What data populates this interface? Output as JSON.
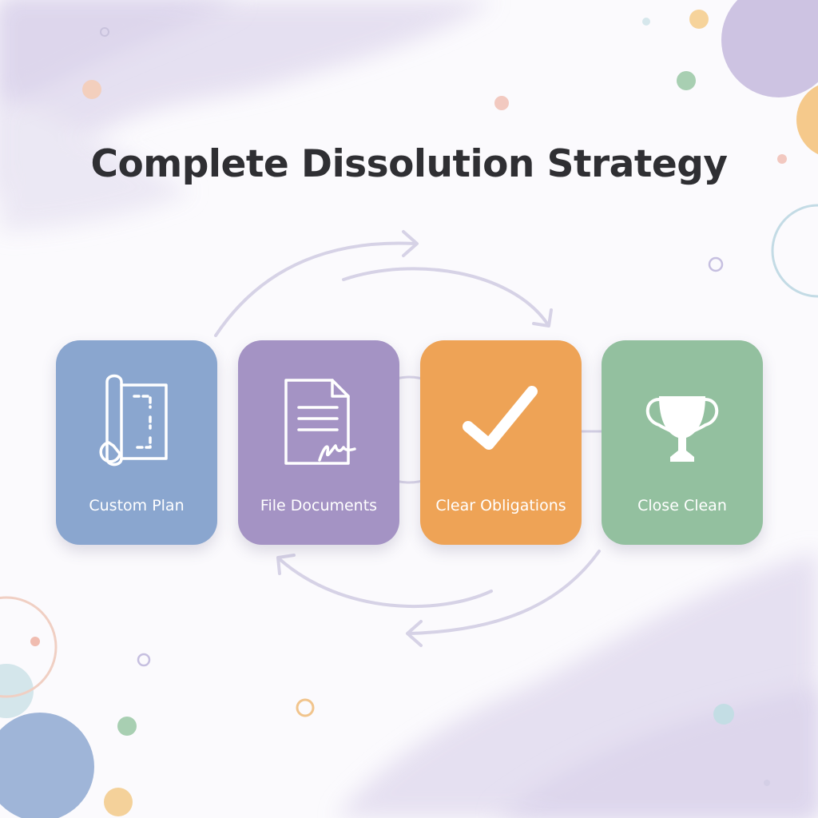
{
  "title": "Complete Dissolution Strategy",
  "steps": [
    {
      "label": "Custom Plan",
      "icon": "blueprint-icon",
      "color": "#8aa6cf"
    },
    {
      "label": "File Documents",
      "icon": "signed-document-icon",
      "color": "#a493c4"
    },
    {
      "label": "Clear Obligations",
      "icon": "checkmark-icon",
      "color": "#eea356"
    },
    {
      "label": "Close Clean",
      "icon": "trophy-icon",
      "color": "#93c09f"
    }
  ],
  "colors": {
    "title": "#2f2f33",
    "arrows": "#d6d2e6",
    "wash": "#e4deef"
  }
}
